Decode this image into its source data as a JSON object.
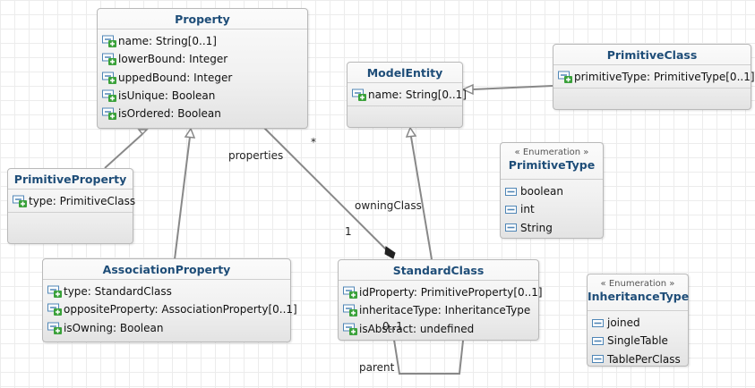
{
  "classes": {
    "property": {
      "name": "Property",
      "attributes": [
        "name: String[0..1]",
        "lowerBound: Integer",
        "uppedBound: Integer",
        "isUnique: Boolean",
        "isOrdered: Boolean"
      ]
    },
    "model_entity": {
      "name": "ModelEntity",
      "attributes": [
        "name: String[0..1]"
      ]
    },
    "primitive_class": {
      "name": "PrimitiveClass",
      "attributes": [
        "primitiveType: PrimitiveType[0..1]"
      ]
    },
    "primitive_property": {
      "name": "PrimitiveProperty",
      "attributes": [
        "type: PrimitiveClass"
      ]
    },
    "association_property": {
      "name": "AssociationProperty",
      "attributes": [
        "type: StandardClass",
        "oppositeProperty: AssociationProperty[0..1]",
        "isOwning: Boolean"
      ]
    },
    "standard_class": {
      "name": "StandardClass",
      "attributes": [
        "idProperty: PrimitiveProperty[0..1]",
        "inheritaceType: InheritanceType",
        "isAbstract: undefined"
      ]
    }
  },
  "enumerations": {
    "primitive_type": {
      "stereotype": "« Enumeration »",
      "name": "PrimitiveType",
      "literals": [
        "boolean",
        "int",
        "String"
      ]
    },
    "inheritance_type": {
      "stereotype": "« Enumeration »",
      "name": "InheritanceType",
      "literals": [
        "joined",
        "SingleTable",
        "TablePerClass"
      ]
    }
  },
  "labels": {
    "properties_role": "properties",
    "properties_mult": "*",
    "owning_class_role": "owningClass",
    "owning_class_mult": "1",
    "parent_role": "parent",
    "parent_mult": "0..1"
  },
  "icons": {
    "attribute": "attribute-plus-icon",
    "literal": "enum-literal-icon"
  },
  "colors": {
    "class_name": "#1e4d78",
    "icon_blue": "#4f86b6",
    "icon_green": "#3aa13a",
    "edge": "#888888"
  }
}
